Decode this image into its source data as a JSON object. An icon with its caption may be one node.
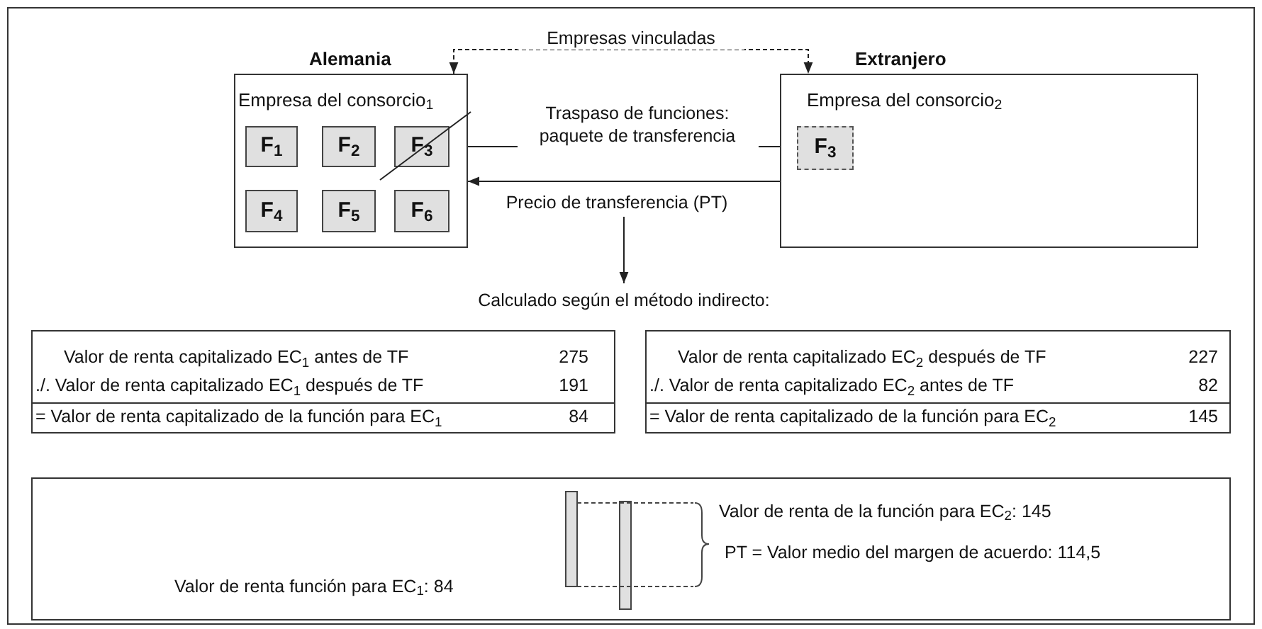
{
  "diagram": {
    "nodes": [
      {
        "text": [
          "Alemania",
          "Empresa del consorcio$_{1}$"
        ]
      },
      {
        "text": [
          "F$_{1}$"
        ],
        "in": 0
      },
      {
        "text": [
          "F$_{2}$"
        ],
        "in": 0
      },
      {
        "text": [
          "F$_{3}$"
        ],
        "in": 0
      },
      {
        "text": [
          "F$_{4}$"
        ],
        "in": 0
      },
      {
        "text": [
          "F$_{5}$"
        ],
        "in": 0
      },
      {
        "text": [
          "F$_{6}$"
        ],
        "in": 0
      },
      {
        "text": [
          "Extranjero",
          "Empresa del consorcio$_{2}$"
        ]
      },
      {
        "text": [
          "F$_{3}$"
        ],
        "in": 7
      },
      {
        "text": [
          "Calculado según el método indirecto:"
        ]
      },
      {
        "text": [
          "Valor de renta capitalizado EC$_{1}$ antes de TF",
          "275",
          "./. Valor de renta capitalizado EC$_{1}$ después de TF",
          "191",
          "= Valor de renta capitalizado de la función para EC$_{1}$",
          "84"
        ]
      },
      {
        "text": [
          "Valor de renta capitalizado EC$_{2}$ después de TF",
          "227",
          "./. Valor de renta capitalizado EC$_{2}$ antes de TF",
          "82",
          "= Valor de renta capitalizado de la función para EC$_{2}$",
          "145"
        ]
      },
      {
        "text": [
          "Valor de renta de la función para EC$_{2}$: 145",
          "PT = Valor medio del margen de acuerdo: 114,5",
          "Valor de renta función para EC$_{1}$: 84"
        ]
      }
    ],
    "edges": [
      {
        "from": 0,
        "to": 7,
        "arrow": "both",
        "style": "dashed",
        "label": "Empresas vinculadas"
      },
      {
        "from": 3,
        "to": 8,
        "arrow": "to",
        "label": "Traspaso de funciones: paquete de transferencia"
      },
      {
        "from": 7,
        "to": 0,
        "arrow": "to",
        "label": "Precio de transferencia (PT)"
      },
      {
        "from": null,
        "to": 9,
        "arrow": "to"
      }
    ]
  }
}
